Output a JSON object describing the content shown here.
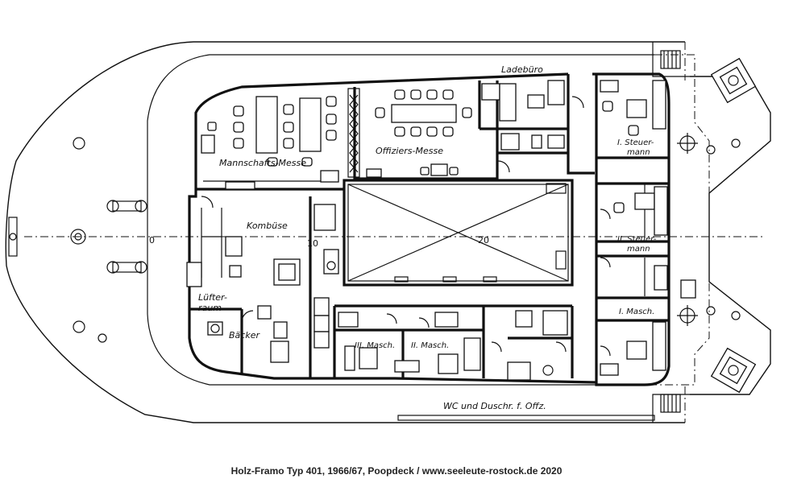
{
  "caption": "Holz-Framo Typ 401, 1966/67, Poopdeck / www.seeleute-rostock.de 2020",
  "rooms": {
    "ladebuero": "Ladebüro",
    "mannschafts_messe": "Mannschafts-Messe",
    "offiziers_messe": "Offiziers-Messe",
    "kombuese": "Kombüse",
    "luefterraum_1": "Lüfter-",
    "luefterraum_2": "raum",
    "baecker": "Bäcker",
    "steuermann_1_a": "I. Steuer-",
    "steuermann_1_b": "mann",
    "steuermann_2_a": "II. Steuer-",
    "steuermann_2_b": "mann",
    "masch_1": "I. Masch.",
    "masch_2": "II. Masch.",
    "masch_3": "III. Masch.",
    "wc": "WC und Duschr. f. Offz."
  },
  "frames": {
    "f10": "10",
    "f20": "20",
    "f0": "0"
  }
}
